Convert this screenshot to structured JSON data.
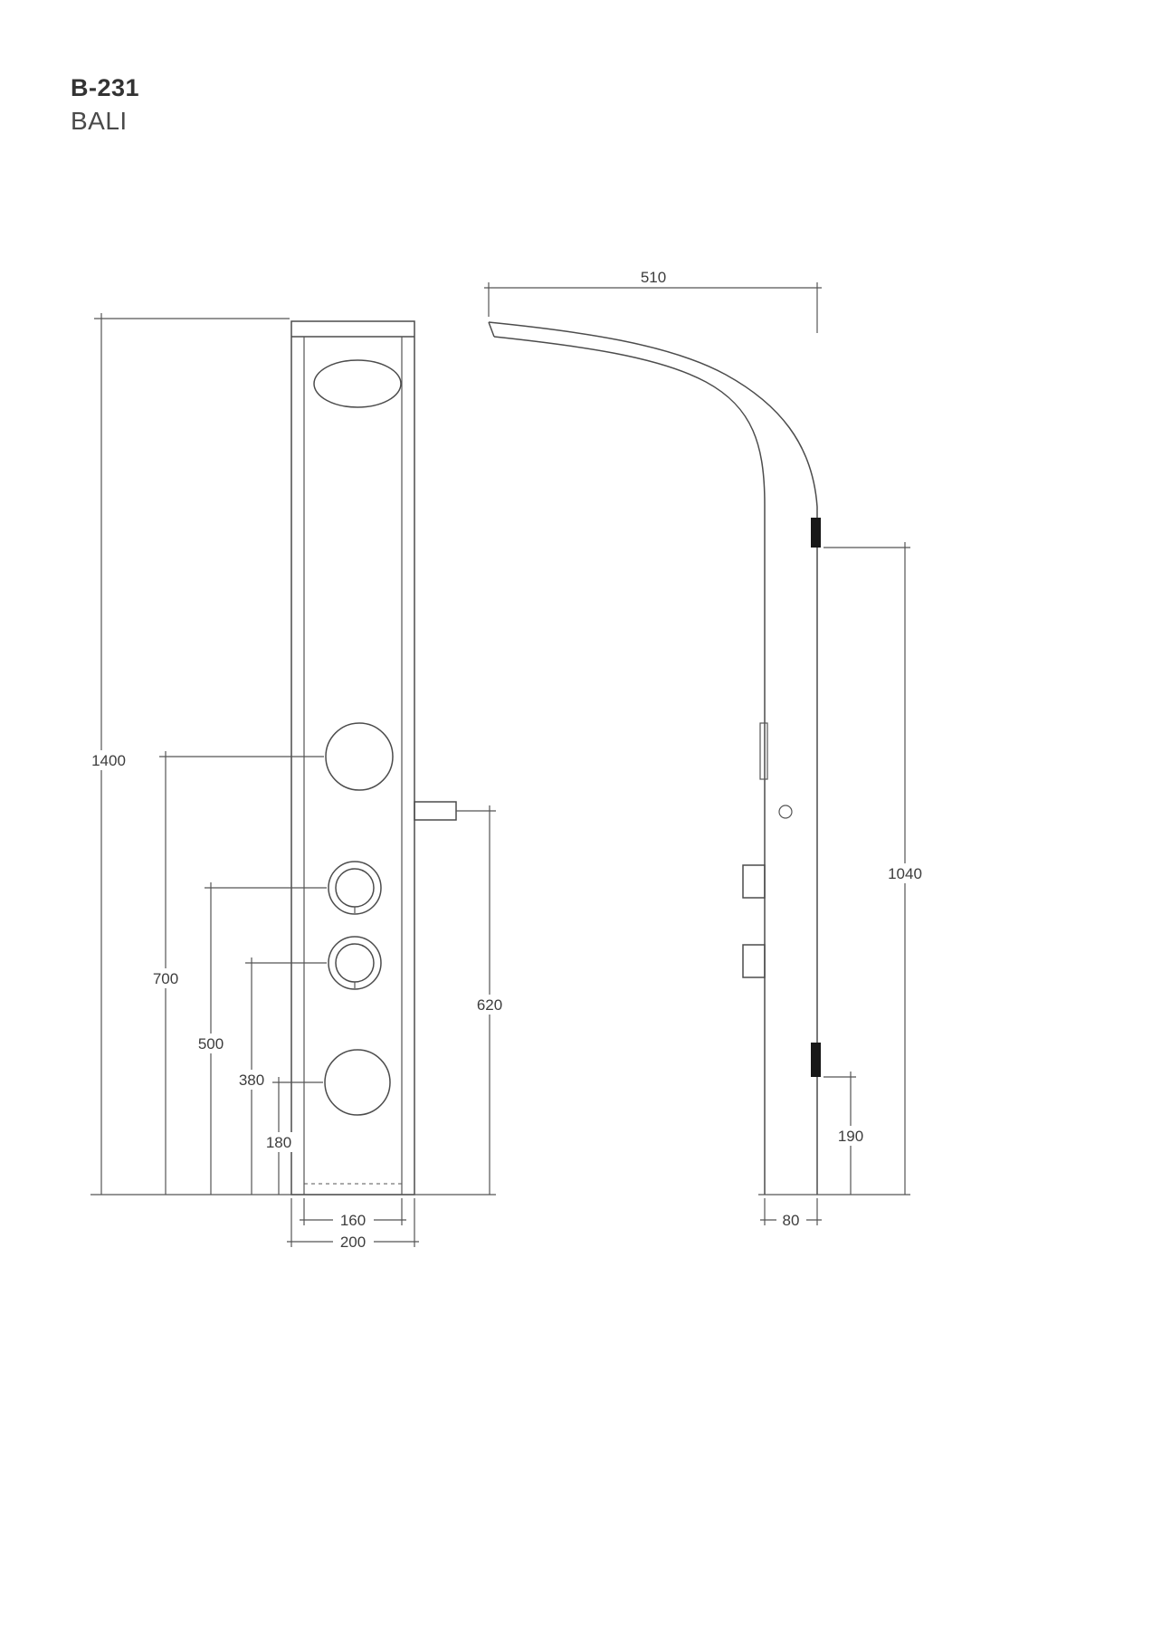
{
  "title": {
    "model": "B-231",
    "name": "BALI"
  },
  "front_view": {
    "dims": {
      "overall_height": "1400",
      "outlet_center_height": "700",
      "upper_knob_height": "500",
      "lower_knob_height": "380",
      "bottom_jet_height": "180",
      "spout_height": "620",
      "inner_width": "160",
      "overall_width": "200"
    }
  },
  "side_view": {
    "dims": {
      "head_projection": "510",
      "body_height": "1040",
      "lower_bracket_height": "190",
      "depth": "80"
    }
  }
}
